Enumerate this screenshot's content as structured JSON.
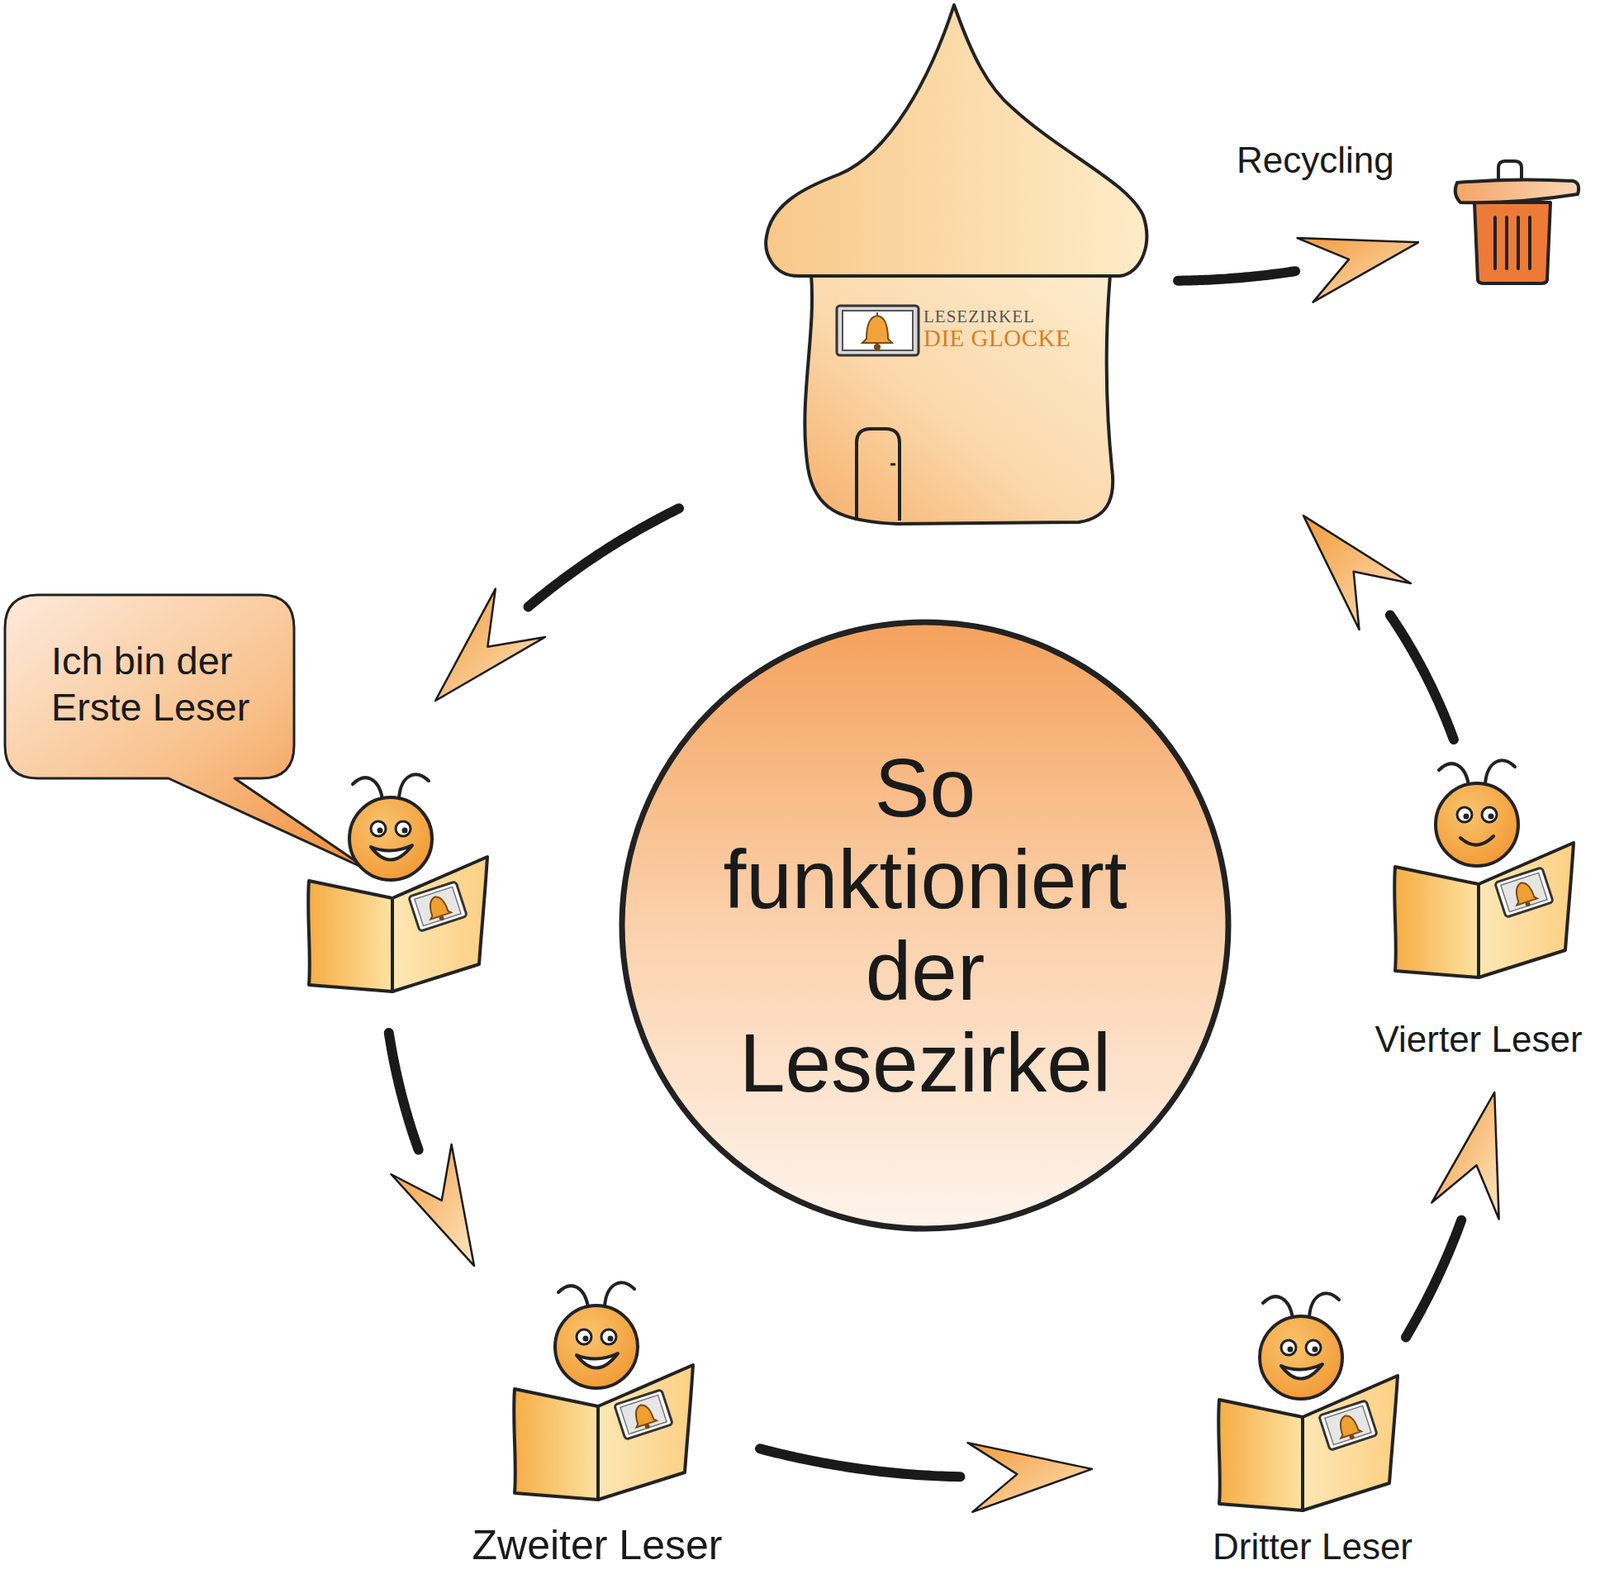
{
  "diagram": {
    "nodes": [
      {
        "text": [
          "LESEZIRKEL",
          "DIE GLOCKE"
        ]
      },
      {
        "text": [
          "Recycling"
        ]
      },
      {
        "text": [
          "Ich bin der Erste Leser"
        ]
      },
      {
        "text": [
          "So funktioniert der Lesezirkel"
        ]
      },
      {
        "text": [
          "Vierter Leser"
        ]
      },
      {
        "text": [
          "Zweiter Leser"
        ]
      },
      {
        "text": [
          "Dritter Leser"
        ]
      }
    ],
    "edges": [
      {
        "from": 0,
        "to": 1,
        "arrow": "to"
      },
      {
        "from": 0,
        "to": 2,
        "arrow": "to"
      },
      {
        "from": 2,
        "to": 5,
        "arrow": "to"
      },
      {
        "from": 5,
        "to": 6,
        "arrow": "to"
      },
      {
        "from": 6,
        "to": 4,
        "arrow": "to"
      },
      {
        "from": 4,
        "to": 0,
        "arrow": "to"
      }
    ]
  }
}
